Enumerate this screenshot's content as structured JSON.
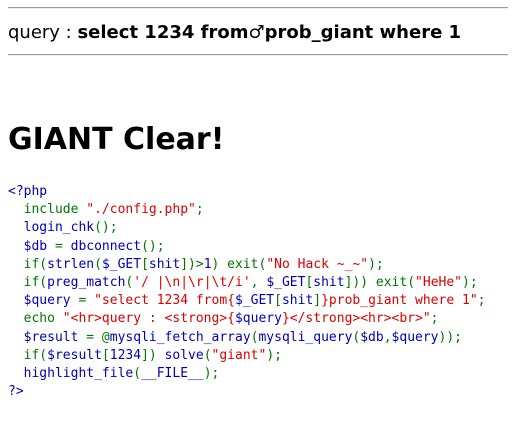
{
  "query_display": {
    "prefix": "query : ",
    "query": "select 1234 from♂prob_giant where 1"
  },
  "heading": "GIANT Clear!",
  "source_code": {
    "colors": {
      "default": "#0000BB",
      "keyword": "#007700",
      "string": "#DD0000"
    },
    "lines": [
      [
        [
          "default",
          "<?php"
        ]
      ],
      [
        [
          "default",
          "  "
        ],
        [
          "keyword",
          "include "
        ],
        [
          "string",
          "\"./config.php\""
        ],
        [
          "keyword",
          ";"
        ]
      ],
      [
        [
          "default",
          "  login_chk"
        ],
        [
          "keyword",
          "();"
        ]
      ],
      [
        [
          "default",
          "  $db "
        ],
        [
          "keyword",
          "= "
        ],
        [
          "default",
          "dbconnect"
        ],
        [
          "keyword",
          "();"
        ]
      ],
      [
        [
          "default",
          "  "
        ],
        [
          "keyword",
          "if("
        ],
        [
          "default",
          "strlen"
        ],
        [
          "keyword",
          "("
        ],
        [
          "default",
          "$_GET"
        ],
        [
          "keyword",
          "["
        ],
        [
          "default",
          "shit"
        ],
        [
          "keyword",
          "])>"
        ],
        [
          "default",
          "1"
        ],
        [
          "keyword",
          ") exit("
        ],
        [
          "string",
          "\"No Hack ~_~\""
        ],
        [
          "keyword",
          ");"
        ]
      ],
      [
        [
          "default",
          "  "
        ],
        [
          "keyword",
          "if("
        ],
        [
          "default",
          "preg_match"
        ],
        [
          "keyword",
          "("
        ],
        [
          "string",
          "'/ |\\n|\\r|\\t/i'"
        ],
        [
          "keyword",
          ", "
        ],
        [
          "default",
          "$_GET"
        ],
        [
          "keyword",
          "["
        ],
        [
          "default",
          "shit"
        ],
        [
          "keyword",
          "])) exit("
        ],
        [
          "string",
          "\"HeHe\""
        ],
        [
          "keyword",
          ");"
        ]
      ],
      [
        [
          "default",
          "  $query "
        ],
        [
          "keyword",
          "= "
        ],
        [
          "string",
          "\"select 1234 from{"
        ],
        [
          "default",
          "$_GET"
        ],
        [
          "keyword",
          "["
        ],
        [
          "default",
          "shit"
        ],
        [
          "keyword",
          "]"
        ],
        [
          "string",
          "}prob_giant where 1\""
        ],
        [
          "keyword",
          ";"
        ]
      ],
      [
        [
          "default",
          "  "
        ],
        [
          "keyword",
          "echo "
        ],
        [
          "string",
          "\"<hr>query : <strong>{"
        ],
        [
          "default",
          "$query"
        ],
        [
          "string",
          "}</strong><hr><br>\""
        ],
        [
          "keyword",
          ";"
        ]
      ],
      [
        [
          "default",
          "  $result "
        ],
        [
          "keyword",
          "= @"
        ],
        [
          "default",
          "mysqli_fetch_array"
        ],
        [
          "keyword",
          "("
        ],
        [
          "default",
          "mysqli_query"
        ],
        [
          "keyword",
          "("
        ],
        [
          "default",
          "$db"
        ],
        [
          "keyword",
          ","
        ],
        [
          "default",
          "$query"
        ],
        [
          "keyword",
          "));"
        ]
      ],
      [
        [
          "default",
          "  "
        ],
        [
          "keyword",
          "if("
        ],
        [
          "default",
          "$result"
        ],
        [
          "keyword",
          "["
        ],
        [
          "default",
          "1234"
        ],
        [
          "keyword",
          "]) "
        ],
        [
          "default",
          "solve"
        ],
        [
          "keyword",
          "("
        ],
        [
          "string",
          "\"giant\""
        ],
        [
          "keyword",
          ");"
        ]
      ],
      [
        [
          "default",
          "  highlight_file"
        ],
        [
          "keyword",
          "("
        ],
        [
          "default",
          "__FILE__"
        ],
        [
          "keyword",
          ");"
        ]
      ],
      [
        [
          "default",
          "?>"
        ]
      ]
    ]
  }
}
